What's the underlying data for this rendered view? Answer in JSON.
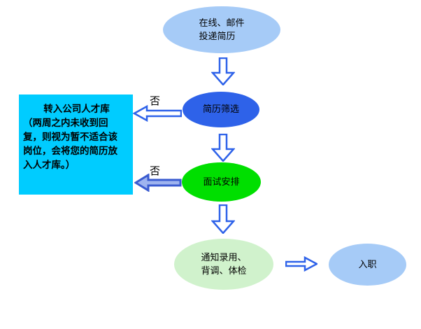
{
  "flowchart": {
    "nodes": {
      "submit": {
        "line1": "在线、邮件",
        "line2": "投递简历"
      },
      "screening": {
        "label": "简历筛选"
      },
      "interview": {
        "label": "面试安排"
      },
      "notify": {
        "line1": "通知录用、",
        "line2": "背调、体检"
      },
      "onboard": {
        "label": "入职"
      },
      "talent_pool": {
        "line1": "转入公司人才库",
        "line2": "（两周之内未收到回",
        "line3": "复，则视为暂不适合该",
        "line4": "岗位，会将您的简历放",
        "line5": "入人才库。）"
      }
    },
    "edge_labels": {
      "screening_no": "否",
      "interview_no": "否"
    },
    "colors": {
      "submit_fill": "#A6CBF7",
      "screening_fill": "#2E62E9",
      "interview_fill": "#00DF00",
      "notify_fill": "#D0F2CC",
      "onboard_fill": "#A6CBF7",
      "talent_pool_fill": "#00CCFF",
      "arrow_stroke": "#2E62E9",
      "text": "#000000"
    }
  }
}
